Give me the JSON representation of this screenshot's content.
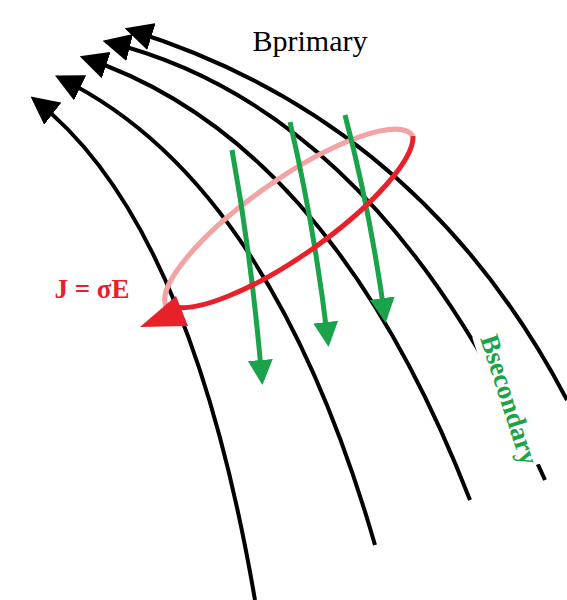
{
  "diagram": {
    "labels": [
      "Bprimary",
      "J = σE",
      "Bsecondary"
    ]
  }
}
